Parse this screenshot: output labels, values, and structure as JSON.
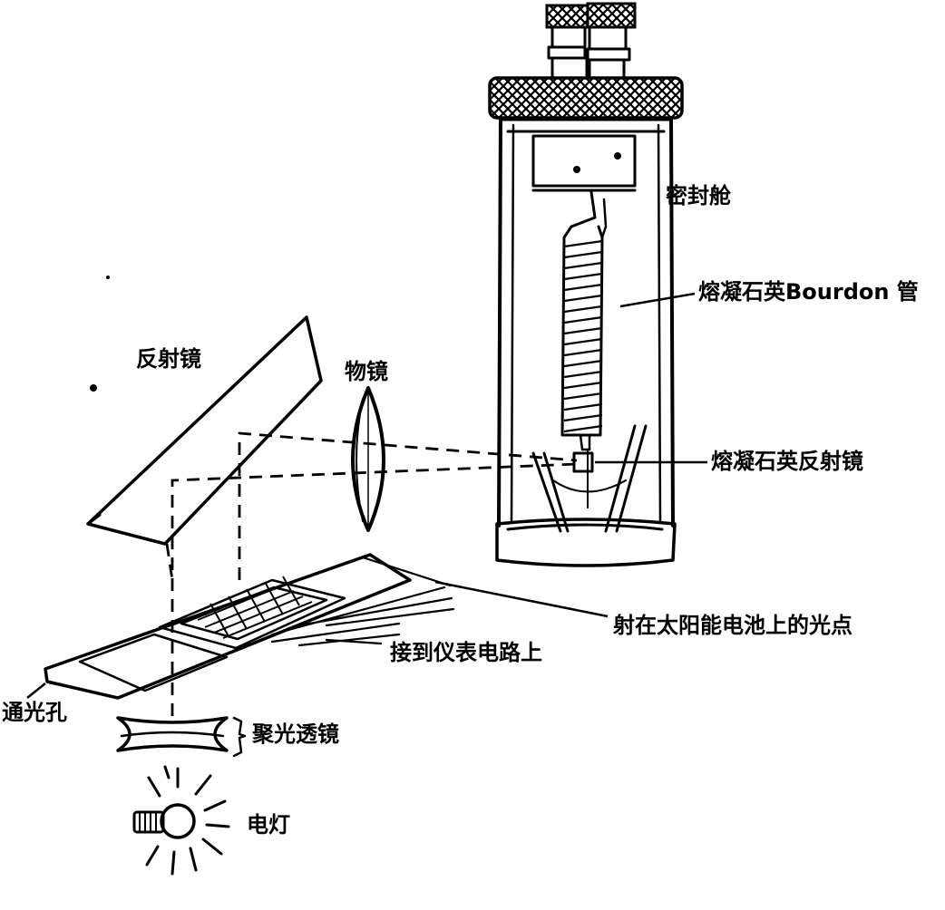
{
  "labels": {
    "sealed_chamber": "密封舱",
    "bourdon_tube": "熔凝石英Bourdon 管",
    "quartz_mirror": "熔凝石英反射镜",
    "reflector": "反射镜",
    "objective": "物镜",
    "light_spot": "射在太阳能电池上的光点",
    "meter_circuit": "接到仪表电路上",
    "aperture": "通光孔",
    "condenser": "聚光透镜",
    "lamp": "电灯"
  }
}
